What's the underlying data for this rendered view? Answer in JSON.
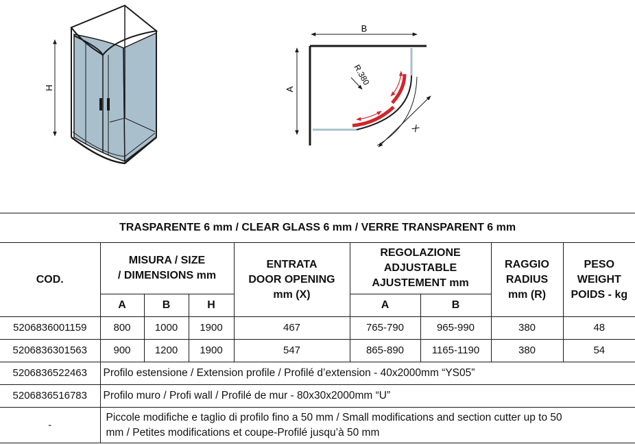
{
  "drawing": {
    "label_h": "H",
    "label_a": "A",
    "label_b": "B",
    "label_x": "X",
    "label_r": "R.380",
    "colors": {
      "glass": "#a9bfcc",
      "frame": "#1a1a1a",
      "adjust": "#d0272d"
    }
  },
  "table": {
    "title": "TRASPARENTE 6 mm / CLEAR GLASS 6 mm / VERRE TRANSPARENT 6 mm",
    "headers": {
      "cod": "COD.",
      "size_line1": "MISURA / SIZE",
      "size_line2": "/ DIMENSIONS mm",
      "entrata_line1": "ENTRATA",
      "entrata_line2": "DOOR OPENING",
      "entrata_line3": "mm (X)",
      "reg_line1": "REGOLAZIONE",
      "reg_line2": "ADJUSTABLE",
      "reg_line3": "AJUSTEMENT mm",
      "raggio_line1": "RAGGIO",
      "raggio_line2": "RADIUS",
      "raggio_line3": "mm (R)",
      "peso_line1": "PESO",
      "peso_line2": "WEIGHT",
      "peso_line3": "POIDS - kg",
      "sub_a": "A",
      "sub_b": "B",
      "sub_h": "H",
      "reg_a": "A",
      "reg_b": "B"
    },
    "rows": [
      {
        "cod": "5206836001159",
        "a": "800",
        "b": "1000",
        "h": "1900",
        "entrata": "467",
        "reg_a": "765-790",
        "reg_b": "965-990",
        "raggio": "380",
        "peso": "48"
      },
      {
        "cod": "5206836301563",
        "a": "900",
        "b": "1200",
        "h": "1900",
        "entrata": "547",
        "reg_a": "865-890",
        "reg_b": "1165-1190",
        "raggio": "380",
        "peso": "54"
      }
    ],
    "accessories": [
      {
        "cod": "5206836522463",
        "desc": "Profilo estensione / Extension profile / Profilé d’extension - 40x2000mm “YS05”"
      },
      {
        "cod": "5206836516783",
        "desc": "Profilo muro / Profi wall / Profilé de mur - 80x30x2000mm “U”"
      }
    ],
    "note": {
      "cod": "-",
      "line1": "Piccole modifiche e taglio di profilo fino a 50 mm / Small modifications and section cutter up to 50",
      "line2": "mm / Petites modifications et coupe-Profilé jusqu’à 50 mm"
    }
  }
}
